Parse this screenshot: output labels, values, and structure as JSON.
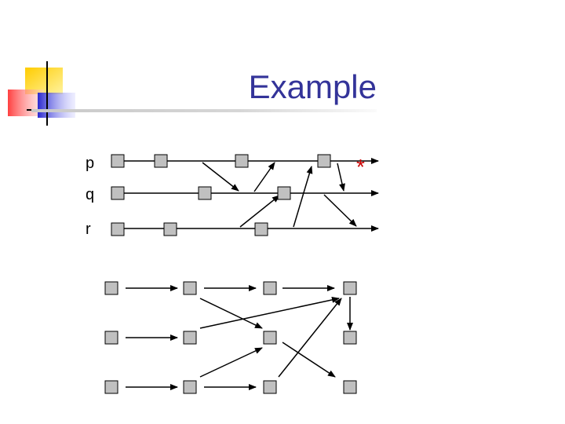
{
  "slide": {
    "title": "Example",
    "marker": "*",
    "processes": [
      {
        "id": "p",
        "label": "p"
      },
      {
        "id": "q",
        "label": "q"
      },
      {
        "id": "r",
        "label": "r"
      }
    ]
  },
  "colors": {
    "title": "#333399",
    "marker": "#cc0000",
    "event_box": "#c0c0c0",
    "line": "#000000",
    "logo_yellow": "#ffd200",
    "logo_red": "#ff5a5a",
    "logo_blue": "#3c3cd2"
  },
  "icons": {
    "logo": "overlapping-squares-logo"
  }
}
